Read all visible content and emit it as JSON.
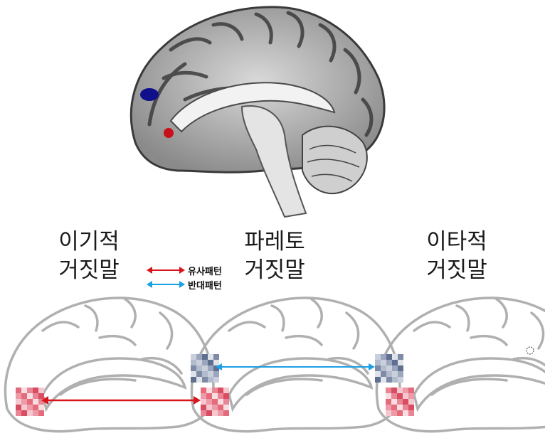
{
  "conditions": {
    "selfish": [
      "이기적",
      "거짓말"
    ],
    "pareto": [
      "파레토",
      "거짓말"
    ],
    "altruistic": [
      "이타적",
      "거짓말"
    ]
  },
  "legend": {
    "similar": "유사패턴",
    "opposite": "반대패턴"
  },
  "colors": {
    "similar_arrow": "#d8141c",
    "opposite_arrow": "#1aa0e6",
    "red_cluster": "#c8101a",
    "blue_cluster": "#10108c",
    "red_pattern": "#e36b7b",
    "blue_pattern": "#5f6f90"
  }
}
